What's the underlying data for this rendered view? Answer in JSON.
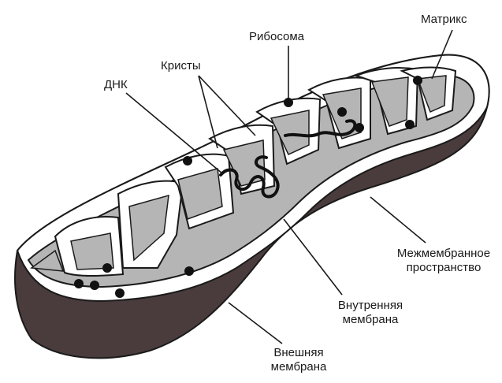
{
  "labels": {
    "matrix": "Матрикс",
    "ribosome": "Рибосома",
    "cristae": "Кристы",
    "dna": "ДНК",
    "intermembrane_line1": "Межмембранное",
    "intermembrane_line2": "пространство",
    "inner_membrane_line1": "Внутренняя",
    "inner_membrane_line2": "мембрана",
    "outer_membrane_line1": "Внешняя",
    "outer_membrane_line2": "мембрана"
  },
  "colors": {
    "outer_membrane": "#4a3c3c",
    "matrix": "#b5b5b5",
    "intermembrane_space": "#ffffff",
    "outline": "#1a1a1a",
    "ribosome": "#111111"
  }
}
